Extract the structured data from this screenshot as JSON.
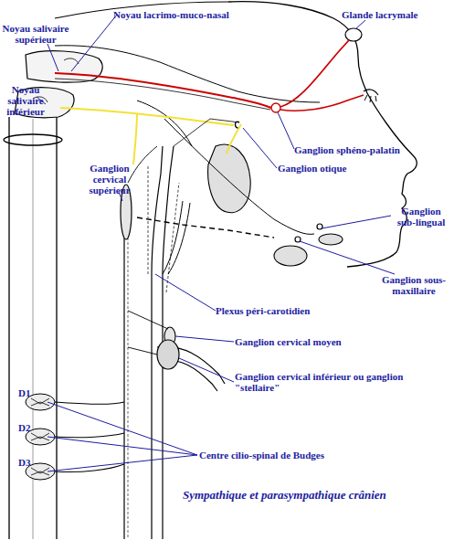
{
  "diagram": {
    "caption": "Sympathique et parasympathique crânien",
    "labels": [
      "Noyau lacrimo-muco-nasal",
      "Glande lacrymale",
      "Noyau salivaire supérieur",
      "Noyau salivaire inférieur",
      "Ganglion sphéno-palatin",
      "Ganglion otique",
      "Ganglion cervical supérieur",
      "Ganglion sub-lingual",
      "Ganglion sous-maxillaire",
      "Plexus péri-carotidien",
      "Ganglion cervical moyen",
      "Ganglion cervical inférieur ou ganglion \"stellaire\"",
      "D1",
      "D2",
      "D3",
      "Centre cilio-spinal de Budges"
    ]
  }
}
